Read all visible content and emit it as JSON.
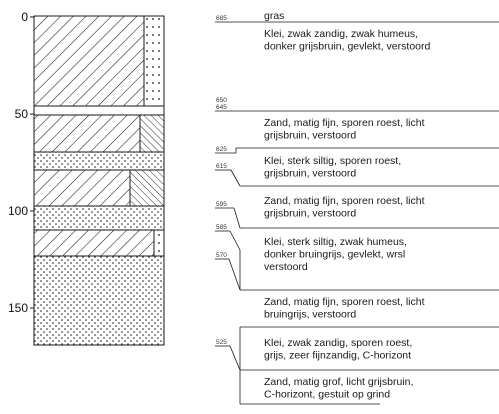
{
  "depth_axis": {
    "ticks": [
      {
        "value": "0",
        "label": "0"
      },
      {
        "value": "50",
        "label": "50"
      },
      {
        "value": "100",
        "label": "100"
      },
      {
        "value": "150",
        "label": "150"
      }
    ]
  },
  "column": {
    "layers": [
      {
        "pattern": "hatch",
        "side": "dots-strip"
      },
      {
        "pattern": "blank-line",
        "side": "none"
      },
      {
        "pattern": "hatch",
        "side": "fine-hatch"
      },
      {
        "pattern": "dots",
        "side": "none"
      },
      {
        "pattern": "hatch",
        "side": "fine-hatch"
      },
      {
        "pattern": "dots",
        "side": "none"
      },
      {
        "pattern": "hatch",
        "side": "dots-strip"
      },
      {
        "pattern": "dots",
        "side": "none"
      }
    ]
  },
  "layers": [
    {
      "elevation": "685",
      "description": "gras",
      "key": "grass"
    },
    {
      "elevation": "",
      "description": "Klei, zwak zandig, zwak humeus,\ndonker grijsbruin, gevlekt, verstoord",
      "key": "clay-1"
    },
    {
      "elevation": "650\n645",
      "description": "Zand, matig fijn, sporen roest, licht\ngrijsbruin, verstoord",
      "key": "sand-1"
    },
    {
      "elevation": "625",
      "description": "",
      "key": "marker-625"
    },
    {
      "elevation": "615",
      "description": "Klei, sterk siltig, sporen roest,\ngrijsbruin, verstoord",
      "key": "clay-2"
    },
    {
      "elevation": "595",
      "description": "Zand, matig fijn, sporen roest, licht\ngrijsbruin, verstoord",
      "key": "sand-2"
    },
    {
      "elevation": "585",
      "description": "Klei, sterk siltig, zwak humeus,\ndonker bruingrijs, gevlekt, wrsl\nverstoord",
      "key": "clay-3"
    },
    {
      "elevation": "570",
      "description": "",
      "key": "marker-570"
    },
    {
      "elevation": "",
      "description": "Zand, matig fijn, sporen roest, licht\nbruingrijs, verstoord",
      "key": "sand-3"
    },
    {
      "elevation": "525",
      "description": "Klei, zwak zandig, sporen roest,\ngrijs, zeer fijnzandig, C-horizont",
      "key": "clay-4"
    },
    {
      "elevation": "",
      "description": "Zand, matig grof, licht grijsbruin,\nC-horizont, gestuit op grind",
      "key": "sand-4"
    }
  ]
}
